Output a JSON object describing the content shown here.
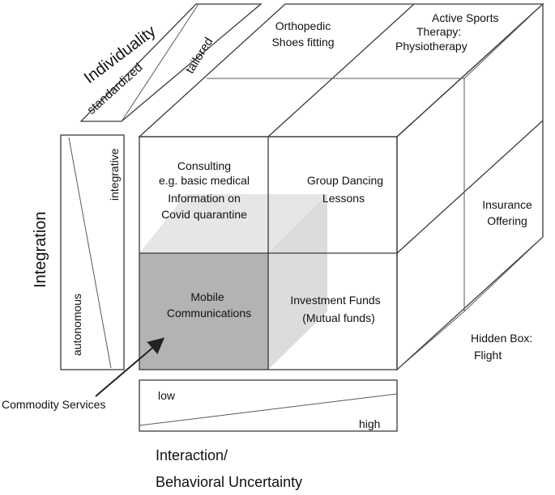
{
  "diagram": {
    "colors": {
      "line": "#3a3a3a",
      "commodity_fill": "#b3b3b3",
      "inner_box_fill": "#e6e6e6",
      "background": "#ffffff"
    },
    "axes": {
      "individuality": {
        "title": "Individuality",
        "low": "standardized",
        "high": "tailored"
      },
      "integration": {
        "title": "Integration",
        "high": "integrative",
        "low": "autonomous"
      },
      "interaction": {
        "title_line1": "Interaction/",
        "title_line2": "Behavioral Uncertainty",
        "low": "low",
        "high": "high"
      }
    },
    "cells": {
      "consulting": [
        "Consulting",
        "e.g. basic medical",
        "Information on",
        "Covid quarantine"
      ],
      "group_dancing": [
        "Group Dancing",
        "Lessons"
      ],
      "mobile": [
        "Mobile",
        "Communications"
      ],
      "investment": [
        "Investment Funds",
        "(Mutual funds)"
      ],
      "orthopedic": [
        "Orthopedic",
        "Shoes fitting"
      ],
      "active_sports": [
        "Active Sports",
        "Therapy:",
        "Physiotherapy"
      ],
      "insurance": [
        "Insurance",
        "Offering"
      ],
      "hidden_box": [
        "Hidden Box:",
        "Flight"
      ]
    },
    "commodity_label": "Commodity Services"
  }
}
